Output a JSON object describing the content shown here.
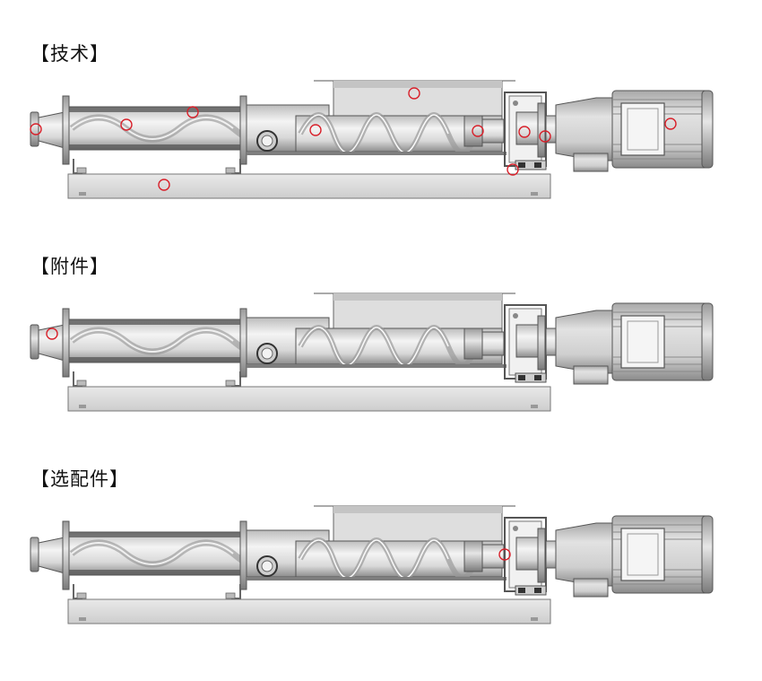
{
  "sections": [
    {
      "title": "【技术】",
      "hotspots": [
        "inlet-flange",
        "stator-left",
        "stator-top",
        "base-frame",
        "hopper",
        "auger-mid",
        "bearing-housing",
        "shaft-seal",
        "coupling",
        "drive-mount",
        "motor"
      ]
    },
    {
      "title": "【附件】",
      "hotspots": [
        "inlet-flange"
      ]
    },
    {
      "title": "【选配件】",
      "hotspots": [
        "bearing-housing"
      ]
    }
  ],
  "hotspot_color": "#d8202a"
}
